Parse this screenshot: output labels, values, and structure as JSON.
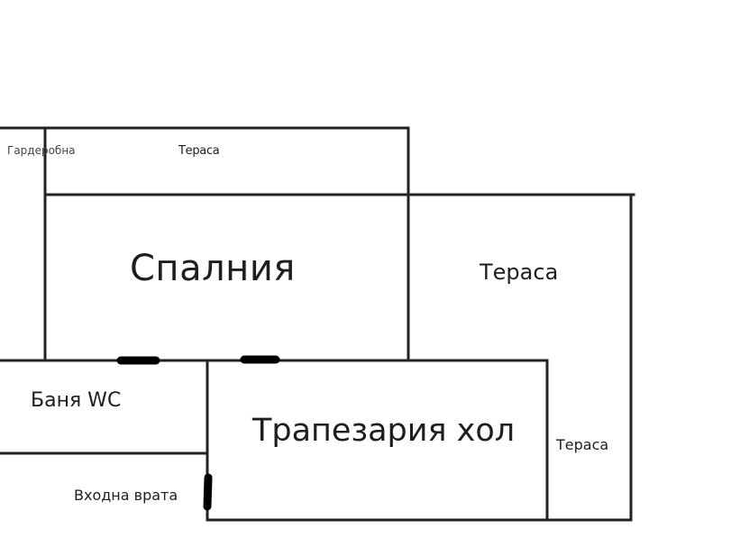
{
  "plan": {
    "rooms": {
      "wardrobe": {
        "label": "Гардеробна"
      },
      "top_terrace": {
        "label": "Тераса"
      },
      "bedroom": {
        "label": "Спалния"
      },
      "right_terrace": {
        "label": "Тераса"
      },
      "bathroom": {
        "label": "Баня WC"
      },
      "dining_hall": {
        "label": "Трапезария хол"
      },
      "side_terrace": {
        "label": "Тераса"
      }
    },
    "entrance": {
      "label": "Входна врата"
    },
    "colors": {
      "wall": "#222222",
      "door": "#000000",
      "background": "#ffffff"
    }
  }
}
